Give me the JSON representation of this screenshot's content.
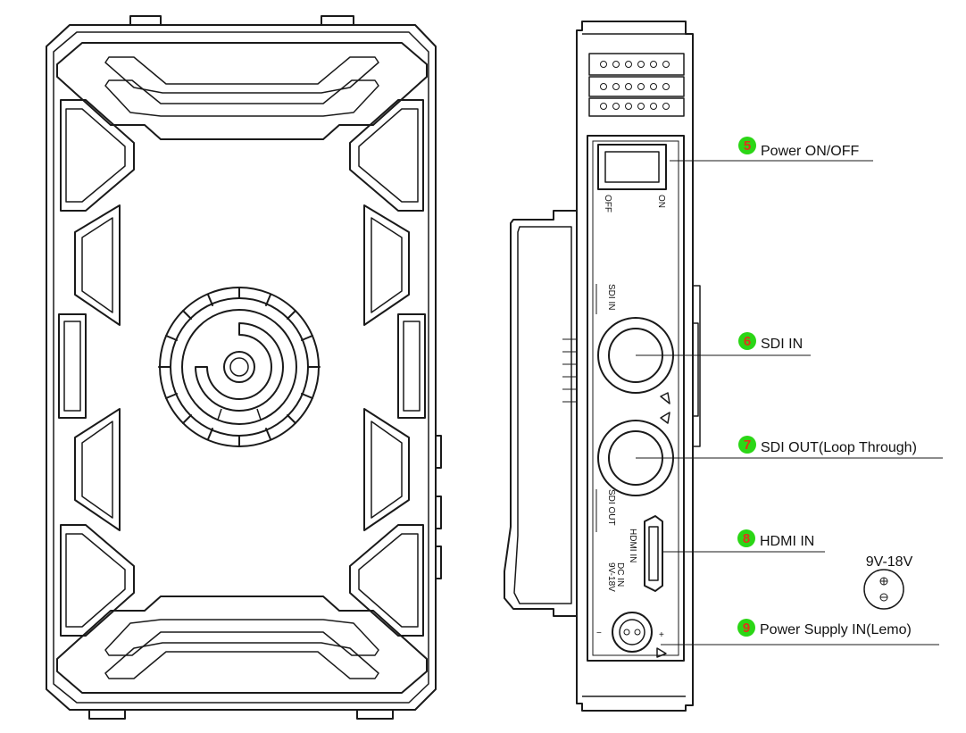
{
  "colors": {
    "badge_fill": "#2bd616",
    "badge_number": "#e0331a",
    "line": "#1a1a1a"
  },
  "callouts": [
    {
      "number": "5",
      "label": "Power ON/OFF"
    },
    {
      "number": "6",
      "label": "SDI IN"
    },
    {
      "number": "7",
      "label": "SDI OUT(Loop Through)"
    },
    {
      "number": "8",
      "label": "HDMI IN"
    },
    {
      "number": "9",
      "label": "Power Supply IN(Lemo)"
    }
  ],
  "panel_labels": {
    "off": "OFF",
    "on": "ON",
    "sdi_in": "SDI IN",
    "sdi_out": "SDI OUT",
    "hdmi_in": "HDMI IN",
    "dc_in": "DC IN",
    "dc_range": "9V-18V",
    "minus": "−",
    "plus": "+"
  },
  "voltage_label": "9V-18V"
}
